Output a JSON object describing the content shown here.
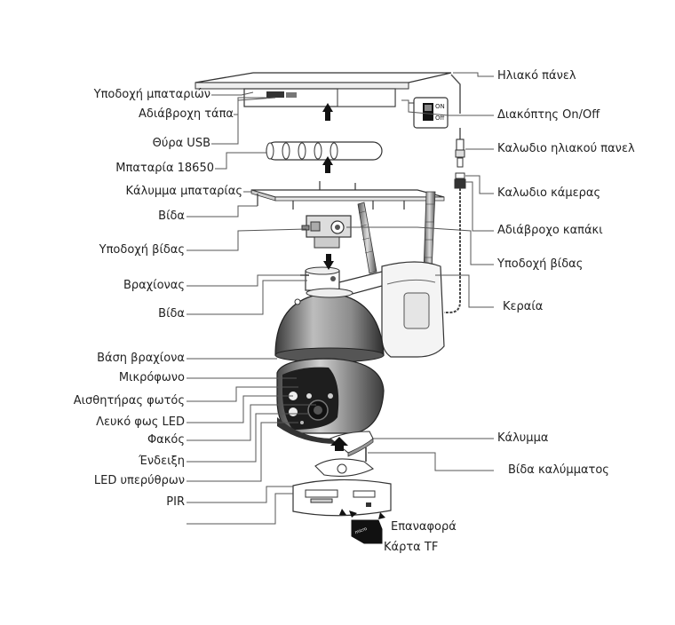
{
  "labels_left": [
    {
      "id": "battery-holder",
      "text": "Υποδοχή μπαταριών"
    },
    {
      "id": "waterproof-plug",
      "text": "Αδιάβροχη τάπα"
    },
    {
      "id": "usb-port",
      "text": "Θύρα USB"
    },
    {
      "id": "battery-18650",
      "text": "Μπαταρία 18650"
    },
    {
      "id": "battery-cover",
      "text": "Κάλυμμα μπαταρίας"
    },
    {
      "id": "screw-1",
      "text": "Βίδα"
    },
    {
      "id": "screw-socket-left",
      "text": "Υποδοχή βίδας"
    },
    {
      "id": "arm",
      "text": "Βραχίονας"
    },
    {
      "id": "screw-2",
      "text": "Βίδα"
    },
    {
      "id": "arm-base",
      "text": "Βάση βραχίονα"
    },
    {
      "id": "microphone",
      "text": "Μικρόφωνο"
    },
    {
      "id": "light-sensor",
      "text": "Αισθητήρας φωτός"
    },
    {
      "id": "white-led",
      "text": "Λευκό φως LED"
    },
    {
      "id": "lens",
      "text": "Φακός"
    },
    {
      "id": "indicator",
      "text": "Ένδειξη"
    },
    {
      "id": "ir-led",
      "text": "LED υπερύθρων"
    },
    {
      "id": "pir",
      "text": "PIR"
    }
  ],
  "labels_right": [
    {
      "id": "solar-panel",
      "text": "Ηλιακό πάνελ"
    },
    {
      "id": "on-off-switch",
      "text": "Διακόπτης On/Off"
    },
    {
      "id": "solar-cable",
      "text": "Καλωδιο ηλιακού πανελ"
    },
    {
      "id": "camera-cable",
      "text": "Καλωδιο κάμερας"
    },
    {
      "id": "waterproof-cap",
      "text": "Αδιάβροχο καπάκι"
    },
    {
      "id": "screw-socket-right",
      "text": "Υποδοχή βίδας"
    },
    {
      "id": "antenna",
      "text": "Κεραία"
    },
    {
      "id": "cover",
      "text": "Κάλυμμα"
    },
    {
      "id": "cover-screw",
      "text": "Βίδα καλύμματος"
    }
  ],
  "labels_bottom": [
    {
      "id": "reset",
      "text": "Επαναφορά"
    },
    {
      "id": "tf-card",
      "text": "Κάρτα TF"
    }
  ],
  "switch_marks": {
    "on": "ON",
    "off": "Off"
  },
  "colors": {
    "line": "#555555",
    "label": "#222222",
    "fill_dark": "#1a1a1a",
    "fill_mid": "#9a9a9a"
  }
}
